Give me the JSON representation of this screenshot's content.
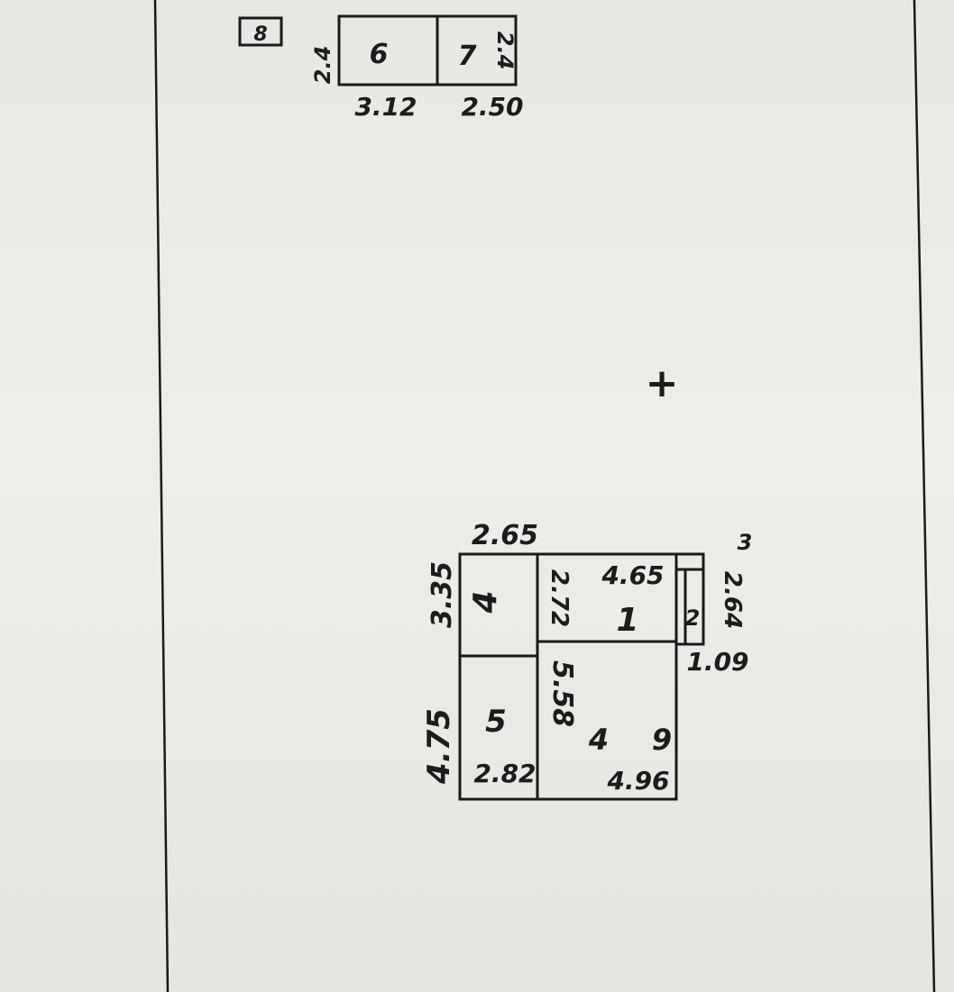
{
  "sheet": {
    "floor_marker": "8",
    "cross_mark": "+"
  },
  "plan_top": {
    "rooms": [
      {
        "number": "6"
      },
      {
        "number": "7"
      }
    ],
    "dimensions": {
      "height_left": "2.4",
      "height_right": "2.4",
      "width_room6": "3.12",
      "width_room7": "2.50"
    }
  },
  "plan_bottom": {
    "rooms": [
      {
        "number": "4"
      },
      {
        "number": "1"
      },
      {
        "number": "5"
      },
      {
        "number": "9"
      },
      {
        "number": "2"
      }
    ],
    "dimensions": {
      "top_width": "2.65",
      "room4_height": "3.35",
      "room5_height": "4.75",
      "room1_height": "2.72",
      "room1_width": "4.65",
      "room9_height": "5.58",
      "room5_width": "2.82",
      "bottom_right_width": "4.96",
      "annex_top": "3",
      "annex_height": "2.64",
      "annex_width": "1.09",
      "room9_mark": "4"
    }
  }
}
